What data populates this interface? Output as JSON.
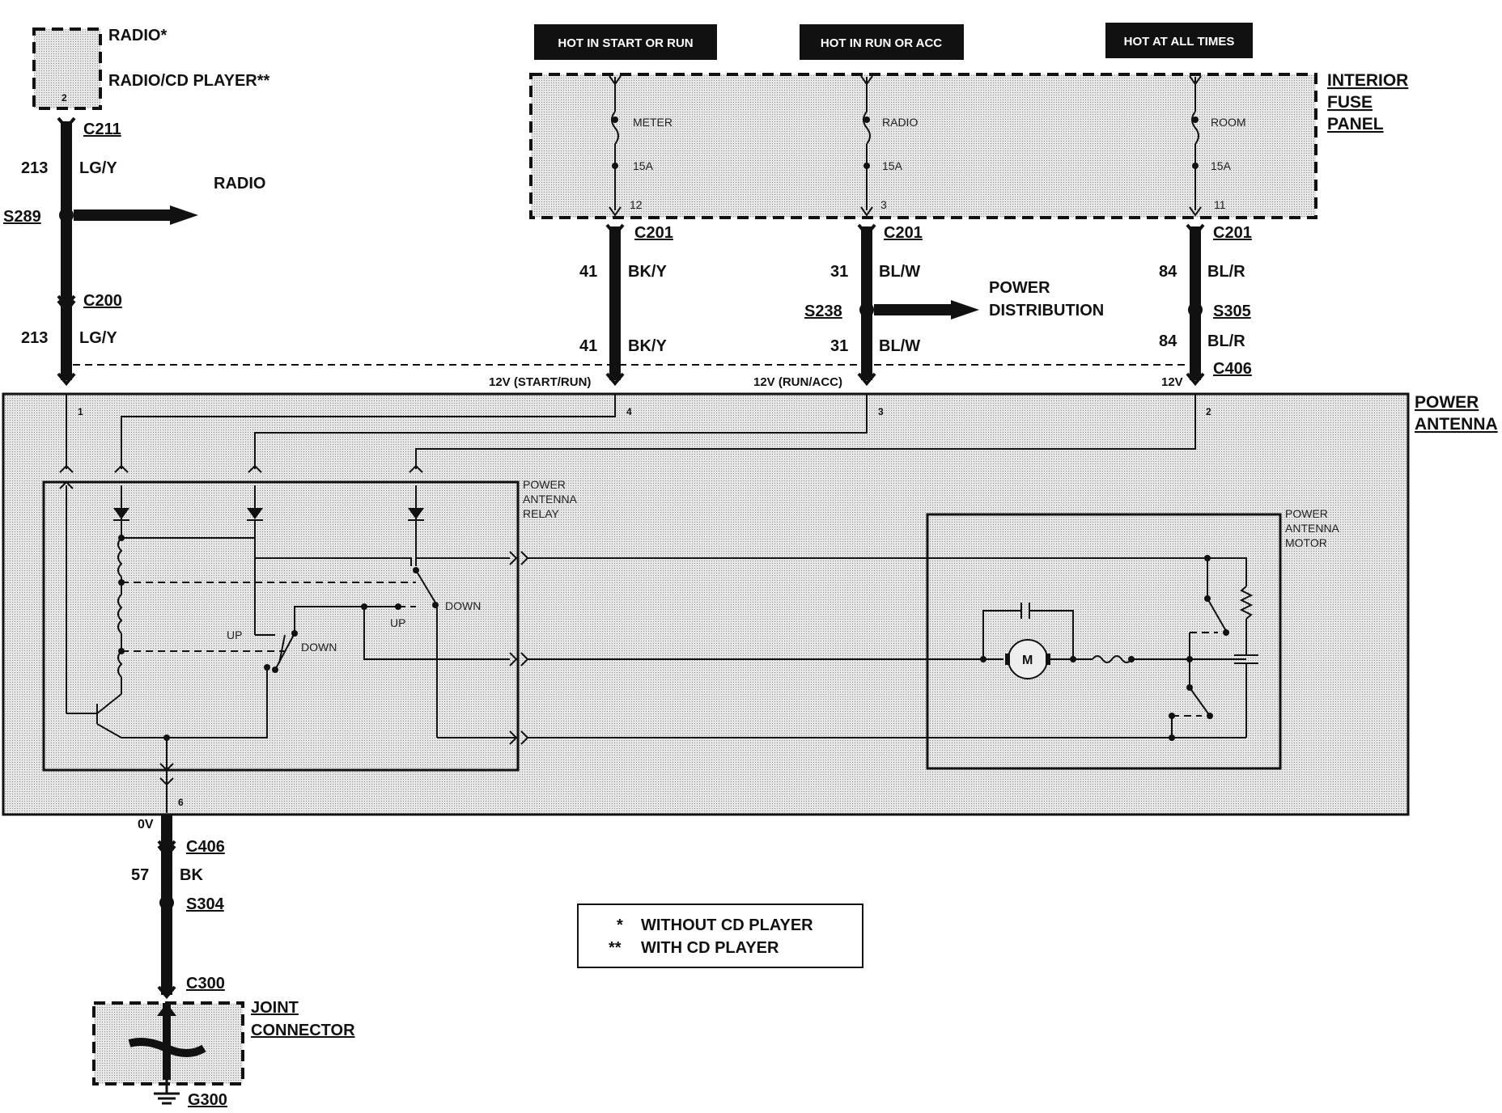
{
  "headers": {
    "start_run": "HOT IN START OR RUN",
    "run_acc": "HOT IN RUN OR ACC",
    "all_times": "HOT AT ALL TIMES"
  },
  "radio": {
    "title1": "RADIO*",
    "title2": "RADIO/CD PLAYER**",
    "pin": "2",
    "c211": "C211",
    "circuit": "213",
    "color": "LG/Y",
    "splice": "S289",
    "branch": "RADIO",
    "c200": "C200",
    "circuit2": "213",
    "color2": "LG/Y"
  },
  "fuse_panel": {
    "title": [
      "INTERIOR",
      "FUSE",
      "PANEL"
    ],
    "fuses": [
      {
        "name": "METER",
        "amps": "15A",
        "pin": "12"
      },
      {
        "name": "RADIO",
        "amps": "15A",
        "pin": "3"
      },
      {
        "name": "ROOM",
        "amps": "15A",
        "pin": "11"
      }
    ]
  },
  "wires": {
    "w41": {
      "conn": "C201",
      "circuit": "41",
      "color": "BK/Y",
      "circuit2": "41",
      "color2": "BK/Y",
      "volt": "12V (START/RUN)",
      "pin": "4"
    },
    "w31": {
      "conn": "C201",
      "circuit": "31",
      "color": "BL/W",
      "splice": "S238",
      "branch1": "POWER",
      "branch2": "DISTRIBUTION",
      "circuit2": "31",
      "color2": "BL/W",
      "volt": "12V (RUN/ACC)",
      "pin": "3"
    },
    "w84": {
      "conn": "C201",
      "circuit": "84",
      "color": "BL/R",
      "splice": "S305",
      "circuit2": "84",
      "color2": "BL/R",
      "conn2": "C406",
      "volt": "12V",
      "pin": "2"
    }
  },
  "power_antenna": {
    "title": [
      "POWER",
      "ANTENNA"
    ],
    "pin1": "1",
    "relay": [
      "POWER",
      "ANTENNA",
      "RELAY"
    ],
    "motor": [
      "POWER",
      "ANTENNA",
      "MOTOR"
    ],
    "up": "UP",
    "down": "DOWN",
    "m": "M",
    "pin6": "6"
  },
  "ground": {
    "volt": "0V",
    "conn": "C406",
    "circuit": "57",
    "color": "BK",
    "splice": "S304",
    "c300": "C300",
    "joint": [
      "JOINT",
      "CONNECTOR"
    ],
    "g300": "G300"
  },
  "legend": {
    "l1_sym": "*",
    "l1": "WITHOUT CD PLAYER",
    "l2_sym": "**",
    "l2": "WITH CD PLAYER"
  }
}
